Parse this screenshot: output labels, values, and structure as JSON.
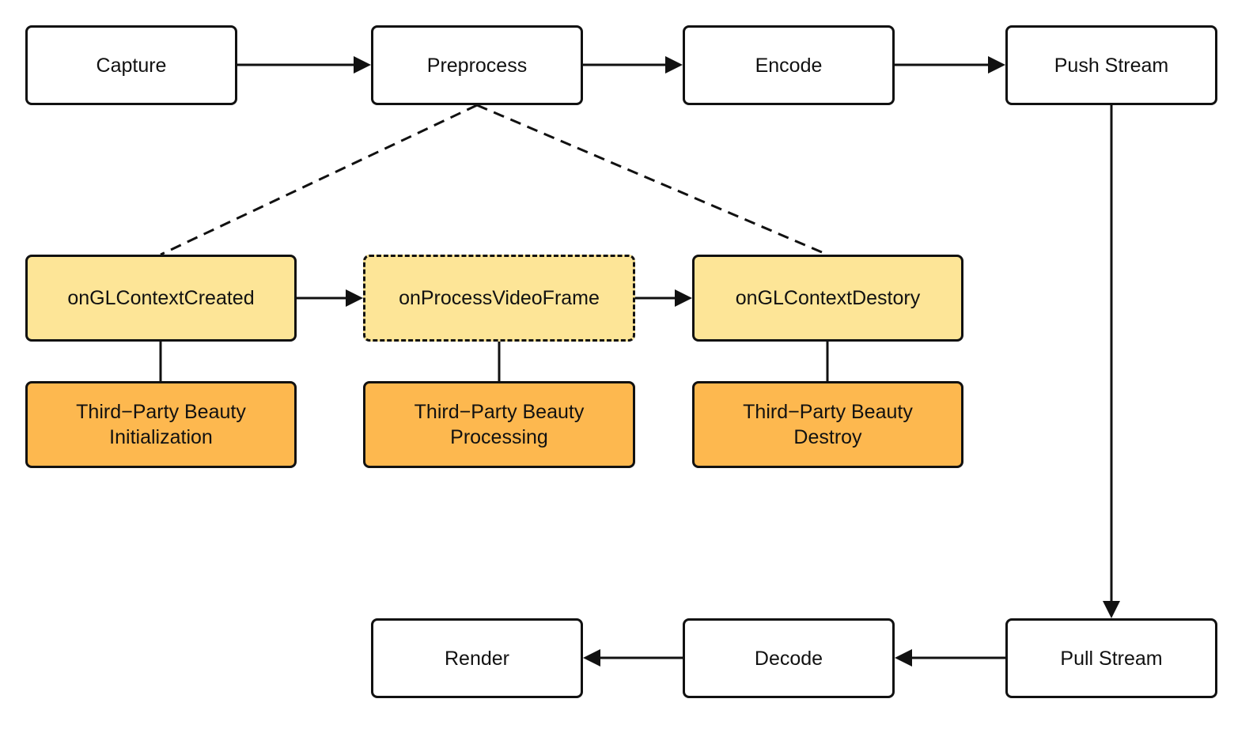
{
  "diagram": {
    "nodes": {
      "capture": "Capture",
      "preprocess": "Preprocess",
      "encode": "Encode",
      "push_stream": "Push Stream",
      "on_gl_context_created": "onGLContextCreated",
      "on_process_video_frame": "onProcessVideoFrame",
      "on_gl_context_destory": "onGLContextDestory",
      "beauty_initialization": "Third−Party Beauty\nInitialization",
      "beauty_processing": "Third−Party Beauty\nProcessing",
      "beauty_destroy": "Third−Party Beauty\nDestroy",
      "render": "Render",
      "decode": "Decode",
      "pull_stream": "Pull Stream"
    },
    "colors": {
      "callback_fill": "#fde597",
      "beauty_fill": "#fdb84f",
      "stroke": "#111111"
    }
  }
}
